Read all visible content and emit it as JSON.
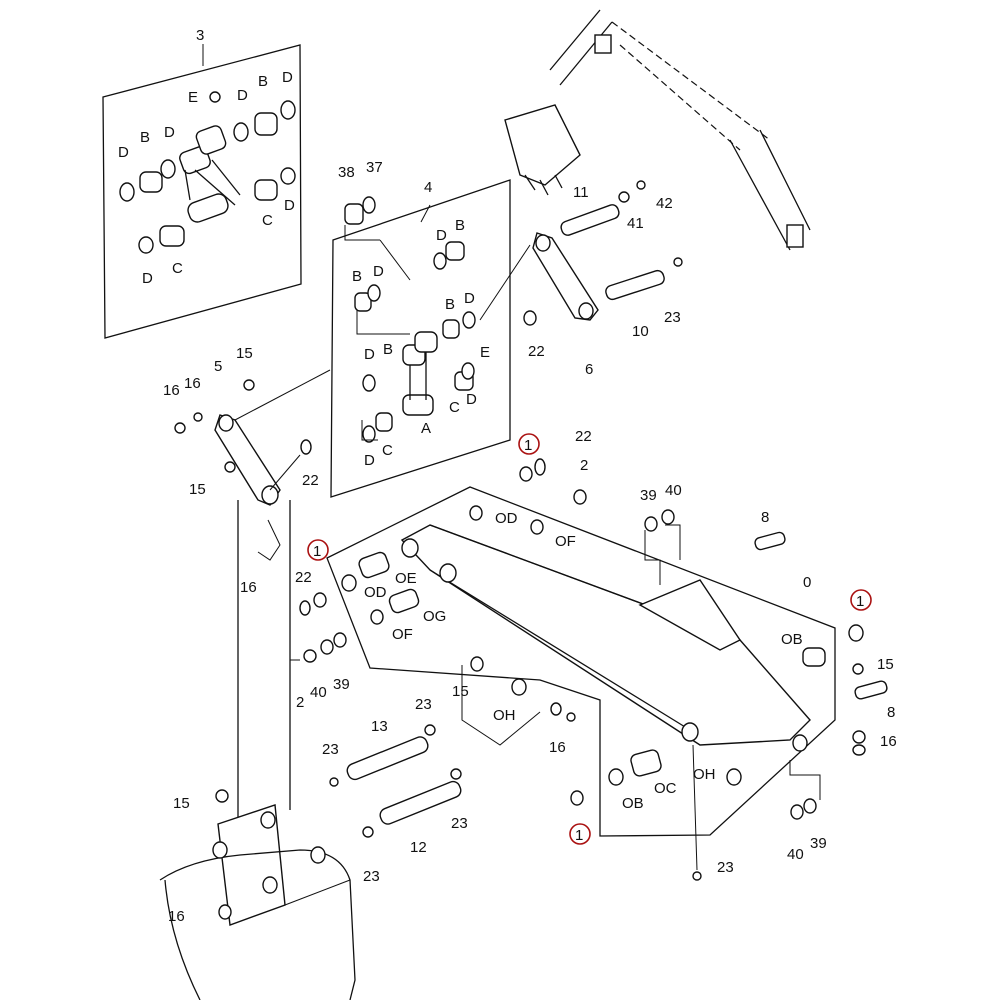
{
  "diagram": {
    "labels": {
      "l3": "3",
      "l4": "4",
      "l38": "38",
      "l37": "37",
      "l11": "11",
      "l41": "41",
      "l42": "42",
      "l10": "10",
      "l23a": "23",
      "l6": "6",
      "l22a": "22",
      "l5": "5",
      "l15a": "15",
      "l16a": "16",
      "l16b": "16",
      "l15b": "15",
      "l22b": "22",
      "l16c": "16",
      "l22c": "22",
      "l2a": "2",
      "l39a": "39",
      "l40a": "40",
      "l8a": "8",
      "l0": "0",
      "l22d": "22",
      "l2b": "2",
      "l40b": "40",
      "l39b": "39",
      "l15c": "15",
      "l23b": "23",
      "l13": "13",
      "l23c": "23",
      "l15d": "15",
      "l12": "12",
      "l23d": "23",
      "l23e": "23",
      "l16d": "16",
      "l15e": "15",
      "l8b": "8",
      "l16e": "16",
      "l40c": "40",
      "l39c": "39",
      "l23f": "23",
      "l16f": "16",
      "OD1": "OD",
      "OF1": "OF",
      "OE": "OE",
      "OD2": "OD",
      "OG": "OG",
      "OF2": "OF",
      "OB1": "OB",
      "OH1": "OH",
      "OH2": "OH",
      "OB2": "OB",
      "OC": "OC",
      "E1": "E",
      "E2": "E",
      "A1": "A",
      "C1": "C",
      "C2": "C",
      "C3": "C",
      "C4": "C",
      "B1": "B",
      "B2": "B",
      "B3": "B",
      "B4": "B",
      "B5": "B",
      "B6": "B",
      "D1": "D",
      "D2": "D",
      "D3": "D",
      "D4": "D",
      "D5": "D",
      "D6": "D",
      "D7": "D",
      "D8": "D",
      "D9": "D",
      "D10": "D",
      "D11": "D",
      "D12": "D"
    },
    "highlighted_labels": {
      "h1": "1",
      "h2": "1",
      "h3": "1",
      "h4": "1"
    },
    "highlight_color": "#a11111",
    "line_color": "#111111"
  }
}
